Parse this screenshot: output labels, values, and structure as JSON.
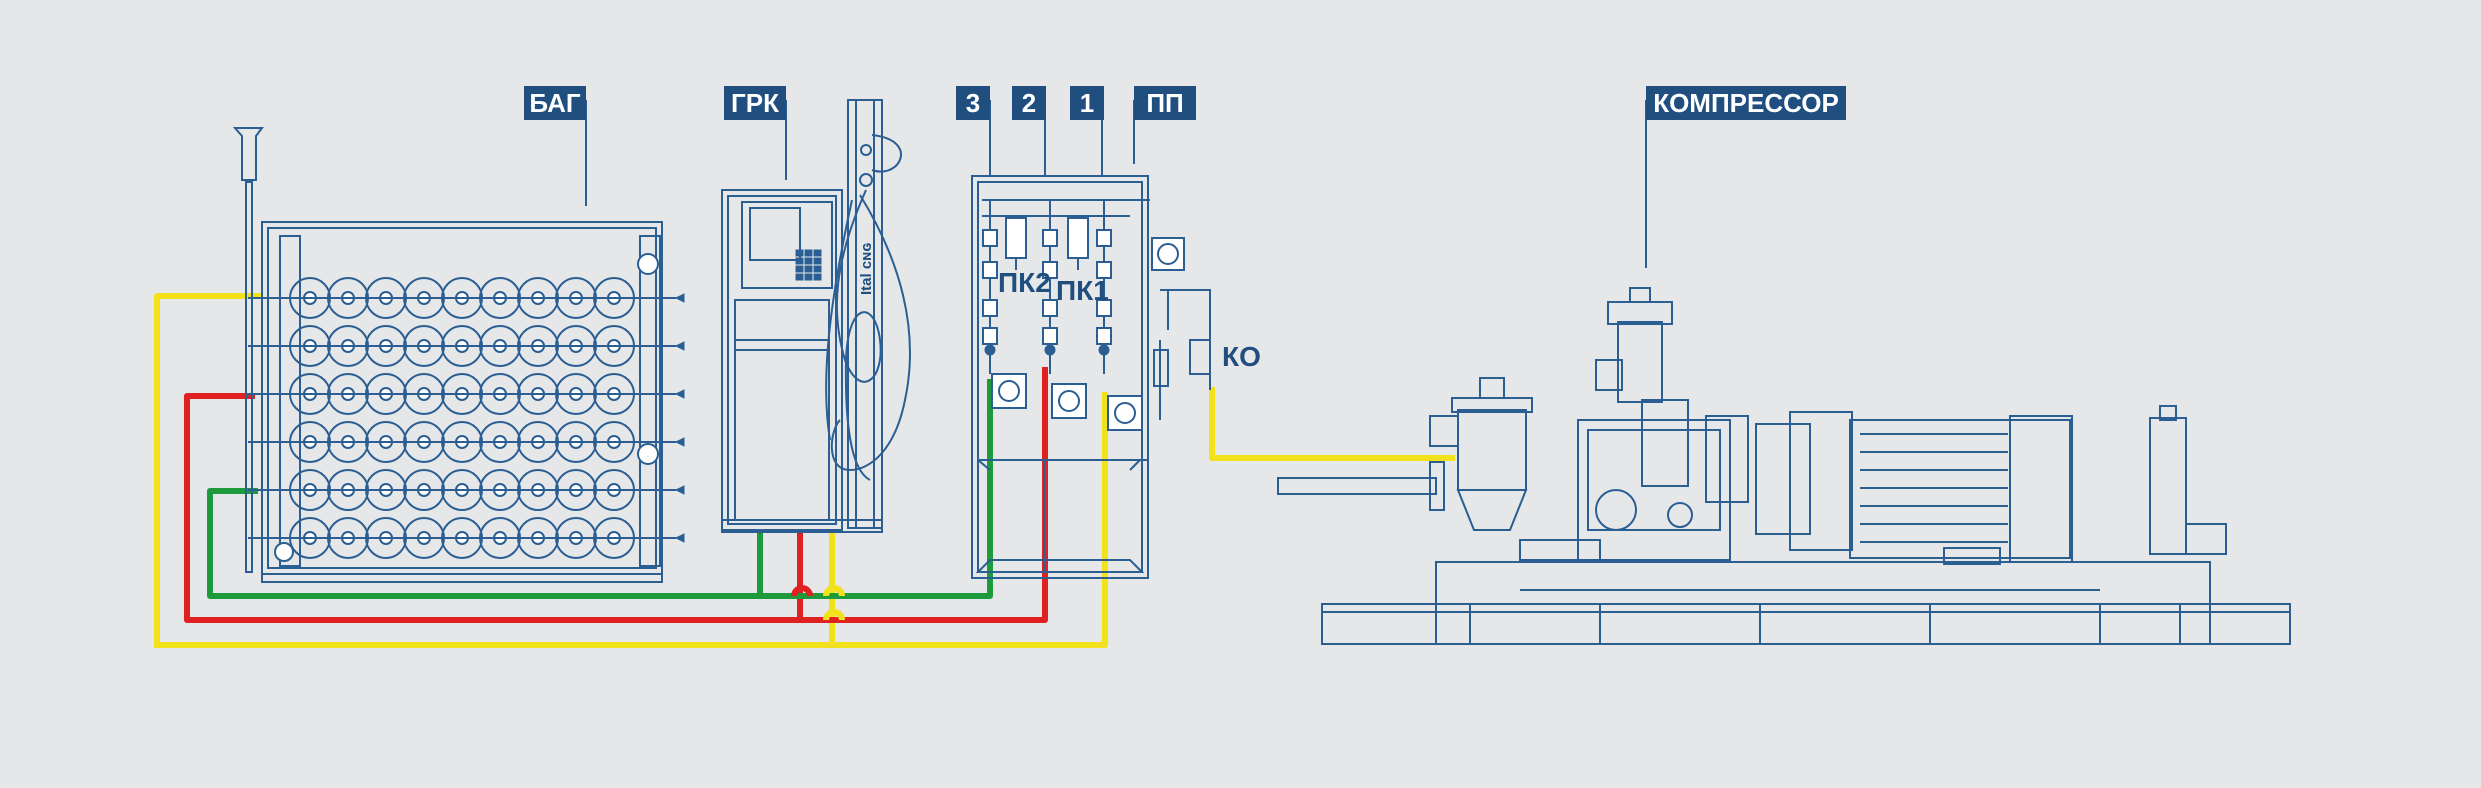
{
  "tags": {
    "bag": "БАГ",
    "grk": "ГРК",
    "line3": "3",
    "line2": "2",
    "line1": "1",
    "pp": "ПП",
    "compressor": "КОМПРЕССОР"
  },
  "labels": {
    "pk2": "ПК2",
    "pk1": "ПК1",
    "ko": "КО"
  },
  "dispenser_brand": "Ital ᴄɴɢ",
  "colors": {
    "background": "#e6e7e9",
    "equipment_line": "#2b5f93",
    "tag_background": "#1f4e7f",
    "pipe_green": "#1d9a3c",
    "pipe_red": "#e02121",
    "pipe_yellow": "#f2e21b"
  }
}
